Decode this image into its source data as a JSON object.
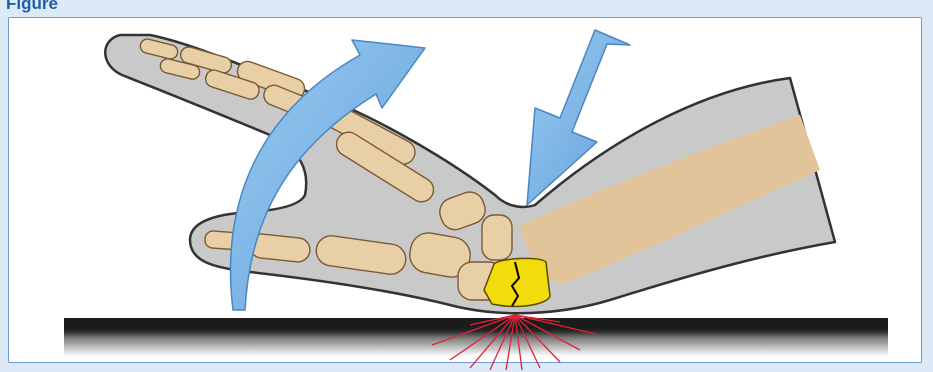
{
  "figure": {
    "caption": "Figure",
    "caption_tail": "…",
    "colors": {
      "frame_bg": "#dceaf7",
      "frame_border": "#6e9ccf",
      "caption": "#1f5fa8",
      "skin": "#c9c9c9",
      "bone": "#e9cfa6",
      "forearm": "#e2c49a",
      "arrow": "#7fb6e6",
      "fractured_bone": "#f3dc0b",
      "impact_lines": "#e0223a",
      "floor": "#1b1b1b"
    },
    "icons": [
      "hand-extension-arrow",
      "impact-force-arrow",
      "fracture-burst"
    ]
  }
}
